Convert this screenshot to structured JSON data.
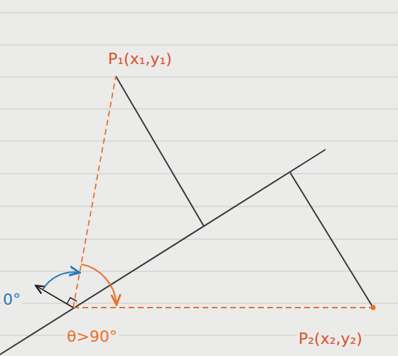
{
  "diagram": {
    "labels": [
      "P₁(x₁,y₁)",
      "0°",
      "θ>90°",
      "P₂(x₂,y₂)"
    ]
  }
}
